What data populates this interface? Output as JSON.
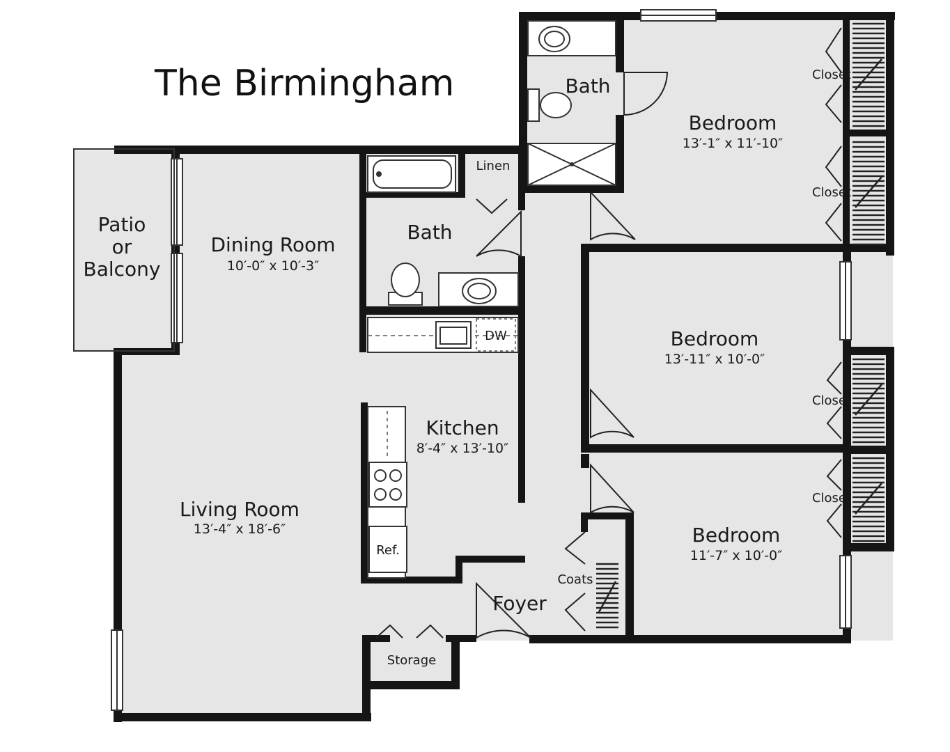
{
  "title": "The Birmingham",
  "rooms": {
    "patio": {
      "line1": "Patio",
      "line2": "or",
      "line3": "Balcony"
    },
    "dining": {
      "name": "Dining Room",
      "dims": "10′-0″ x 10′-3″"
    },
    "living": {
      "name": "Living Room",
      "dims": "13′-4″ x 18′-6″"
    },
    "kitchen": {
      "name": "Kitchen",
      "dims": "8′-4″ x 13′-10″"
    },
    "bath_hall": {
      "name": "Bath"
    },
    "bath_master": {
      "name": "Bath"
    },
    "bedroom1": {
      "name": "Bedroom",
      "dims": "13′-1″ x 11′-10″"
    },
    "bedroom2": {
      "name": "Bedroom",
      "dims": "13′-11″ x 10′-0″"
    },
    "bedroom3": {
      "name": "Bedroom",
      "dims": "11′-7″ x 10′-0″"
    },
    "foyer": {
      "name": "Foyer"
    }
  },
  "labels": {
    "linen": "Linen",
    "dw": "DW",
    "ref": "Ref.",
    "coats": "Coats",
    "storage": "Storage",
    "closet": "Closet"
  },
  "colors": {
    "wall": "#151515",
    "floor": "#e6e6e6",
    "fixture": "#ffffff"
  }
}
